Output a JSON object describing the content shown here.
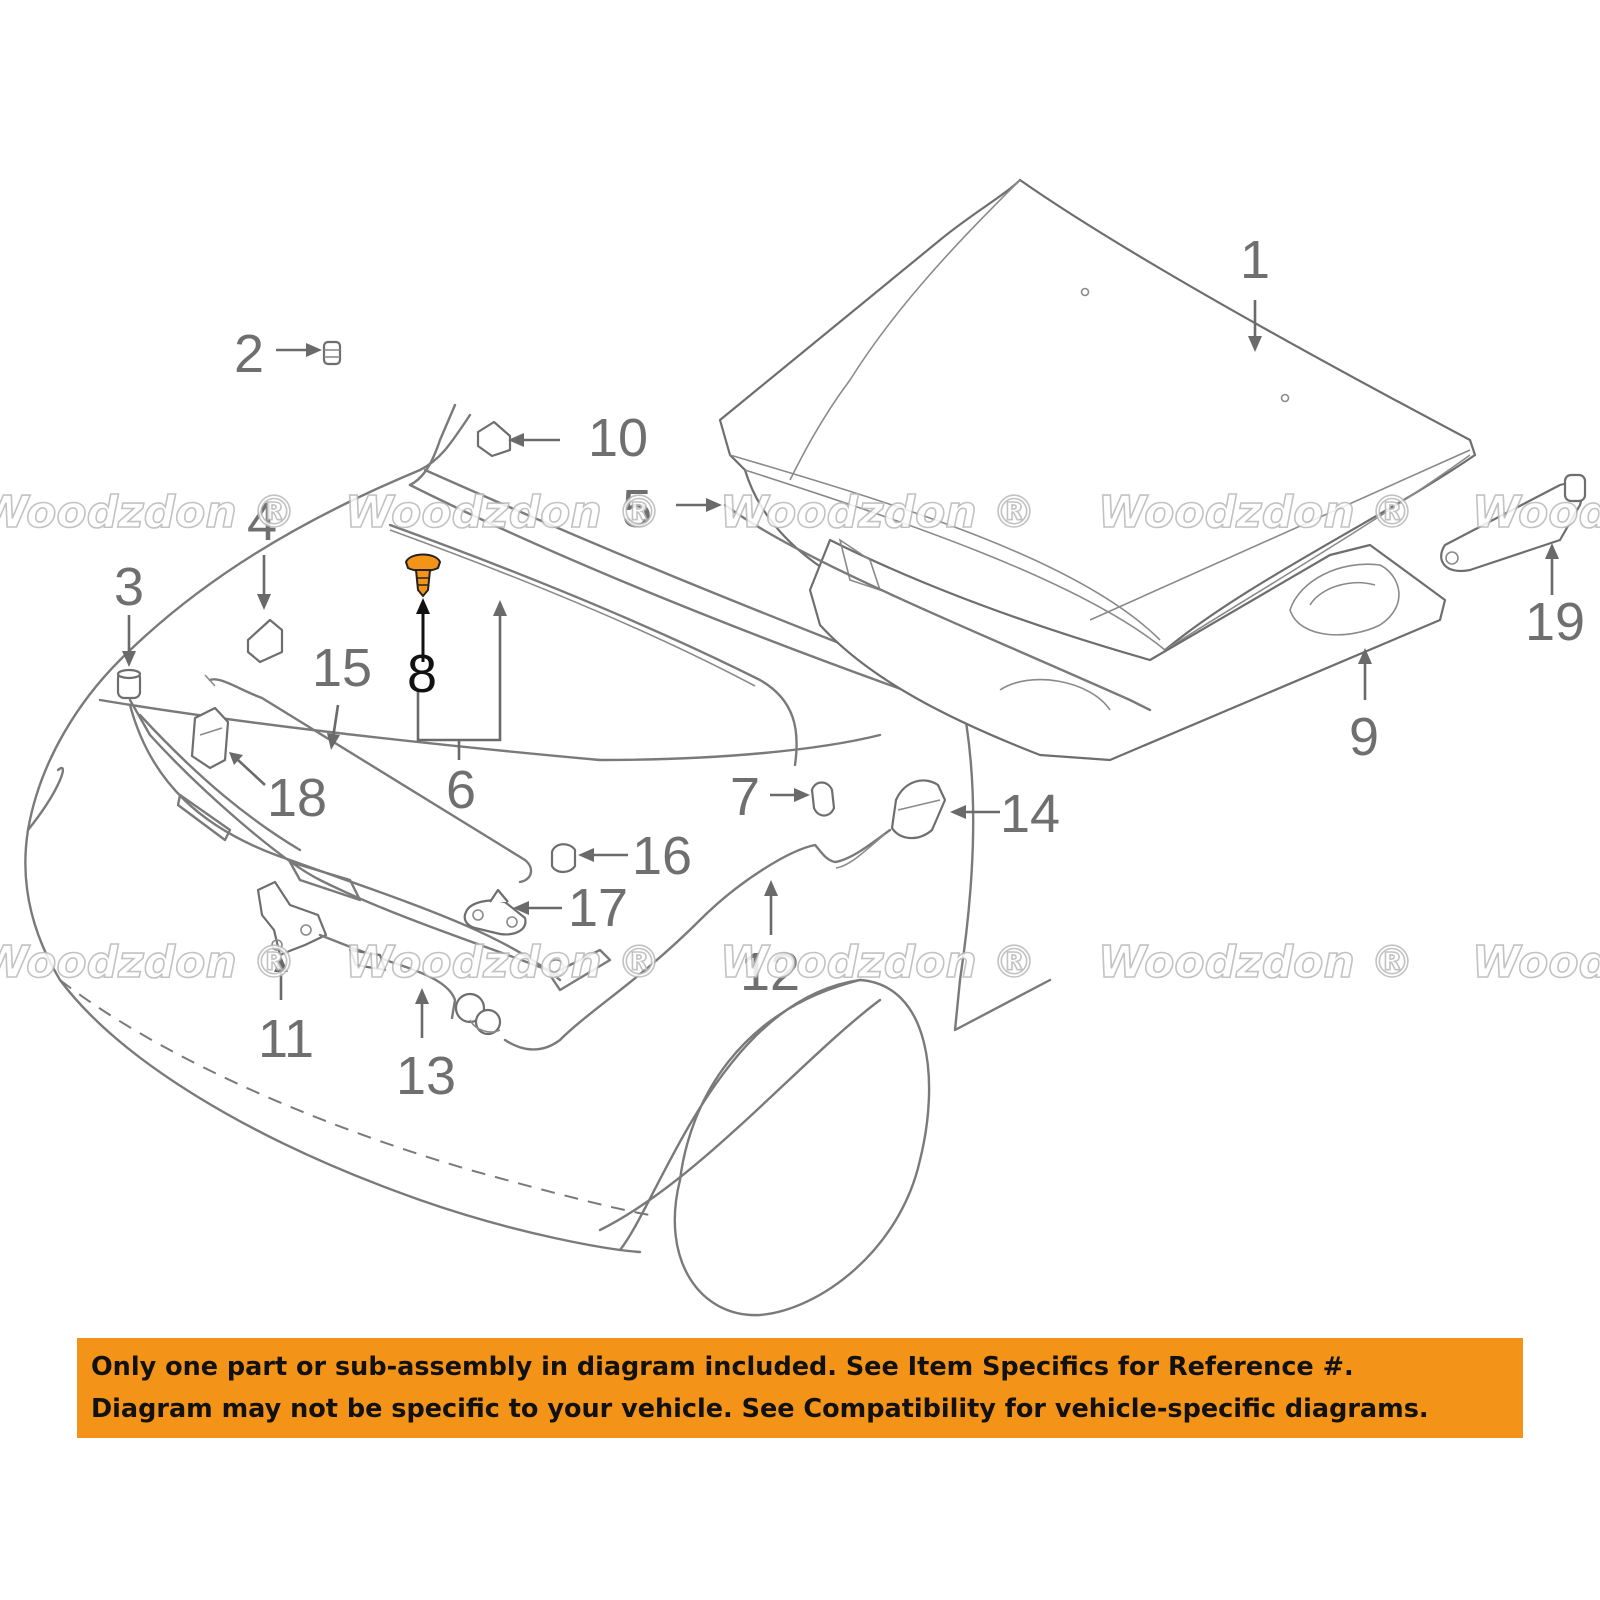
{
  "diagram": {
    "highlight_color": "#f39317",
    "highlighted_part": "8",
    "callouts": {
      "c1": "1",
      "c2": "2",
      "c3": "3",
      "c4": "4",
      "c5": "5",
      "c6": "6",
      "c7": "7",
      "c8": "8",
      "c9": "9",
      "c10": "10",
      "c11": "11",
      "c12": "12",
      "c13": "13",
      "c14": "14",
      "c15": "15",
      "c16": "16",
      "c17": "17",
      "c18": "18",
      "c19": "19"
    },
    "watermark": "Woodzdon ®"
  },
  "notice": {
    "background": "#f39317",
    "line1": "Only one part or sub-assembly in diagram included. See Item Specifics for Reference #.",
    "line2": "Diagram may not be specific to your vehicle. See Compatibility for vehicle-specific diagrams."
  }
}
